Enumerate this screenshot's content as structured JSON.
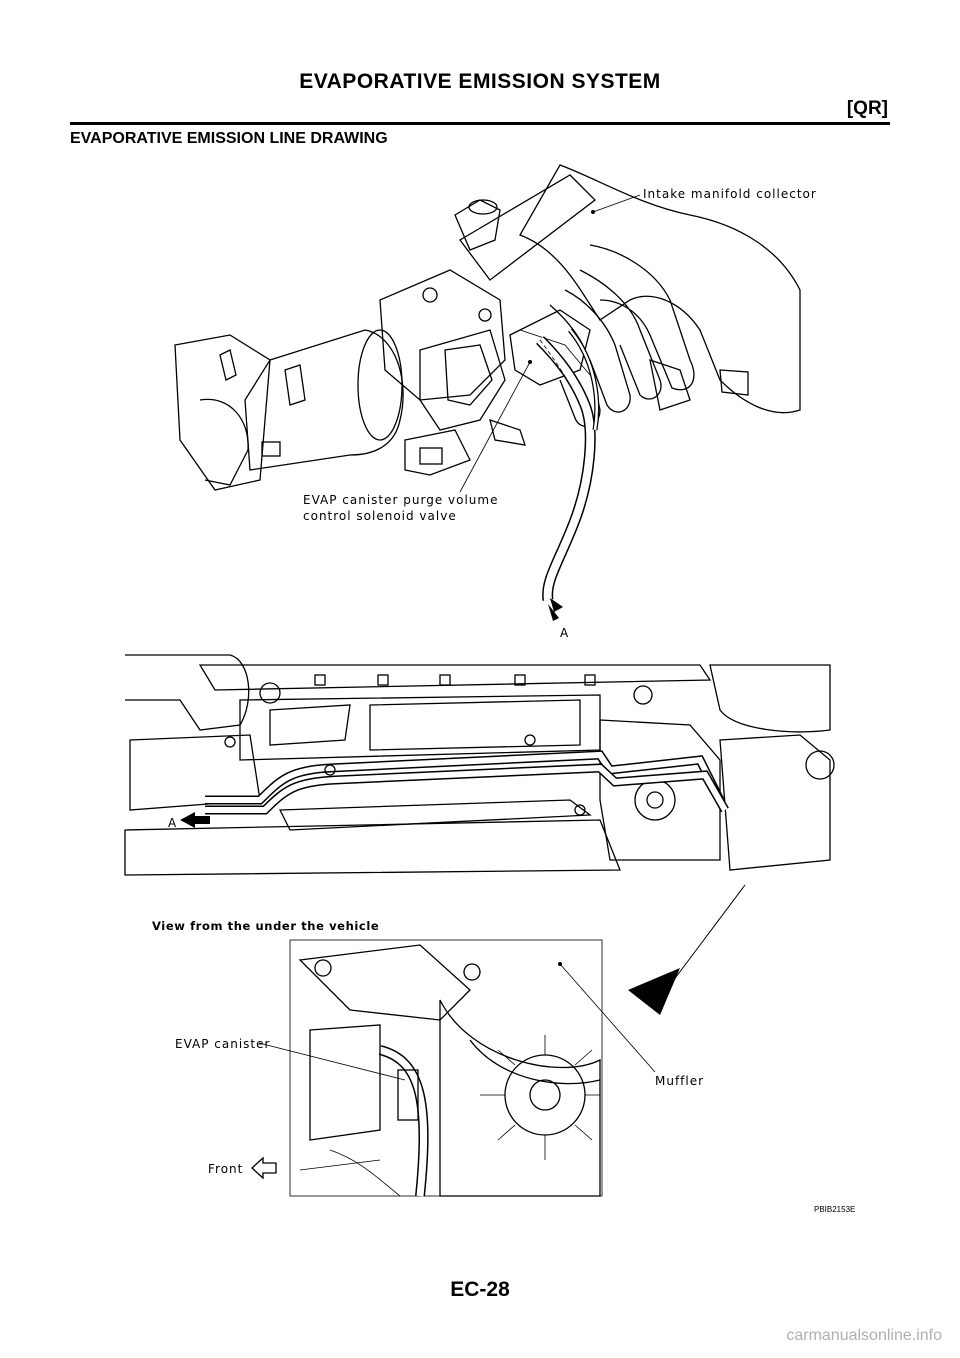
{
  "header": {
    "title": "EVAPORATIVE EMISSION SYSTEM",
    "tag": "[QR]"
  },
  "section": {
    "title": "EVAPORATIVE EMISSION LINE DRAWING"
  },
  "figure": {
    "labels": {
      "intake_manifold": "Intake manifold collector",
      "purge_valve_line1": "EVAP canister purge volume",
      "purge_valve_line2": "control solenoid valve",
      "point_a_top": "A",
      "point_a_mid": "A",
      "view_caption": "View from the under the vehicle",
      "evap_canister": "EVAP canister",
      "muffler": "Muffler",
      "front": "Front",
      "ref_code": "PBIB2153E"
    }
  },
  "footer": {
    "page_number": "EC-28",
    "watermark": "carmanualsonline.info"
  }
}
